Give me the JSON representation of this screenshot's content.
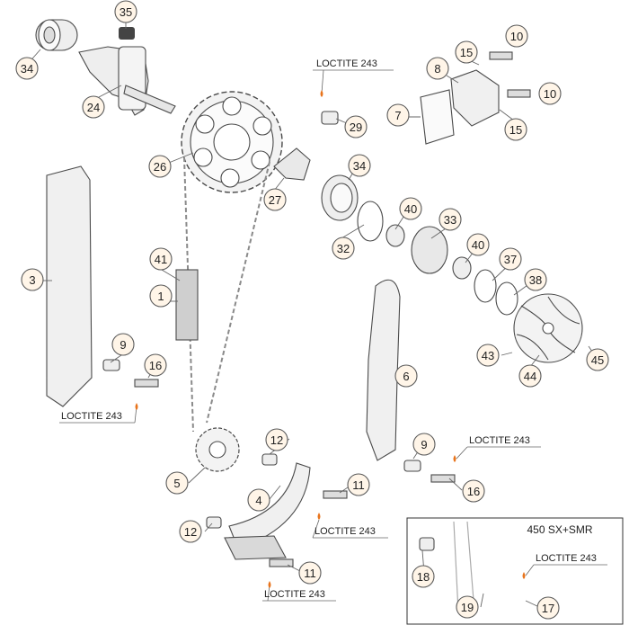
{
  "diagram": {
    "inset_title": "450 SX+SMR",
    "loctite_label": "LOCTITE 243",
    "colors": {
      "accent": "#e8741c",
      "part_fill": "#f0f0f0",
      "line": "#4a4a4a",
      "callout_fill": "#fff5e8"
    },
    "callouts": [
      {
        "id": "c35",
        "label": "35"
      },
      {
        "id": "c34a",
        "label": "34"
      },
      {
        "id": "c24",
        "label": "24"
      },
      {
        "id": "c26",
        "label": "26"
      },
      {
        "id": "c29",
        "label": "29"
      },
      {
        "id": "c27",
        "label": "27"
      },
      {
        "id": "c34b",
        "label": "34"
      },
      {
        "id": "c8",
        "label": "8"
      },
      {
        "id": "c15a",
        "label": "15"
      },
      {
        "id": "c10a",
        "label": "10"
      },
      {
        "id": "c7",
        "label": "7"
      },
      {
        "id": "c10b",
        "label": "10"
      },
      {
        "id": "c15b",
        "label": "15"
      },
      {
        "id": "c40a",
        "label": "40"
      },
      {
        "id": "c33",
        "label": "33"
      },
      {
        "id": "c32",
        "label": "32"
      },
      {
        "id": "c40b",
        "label": "40"
      },
      {
        "id": "c37",
        "label": "37"
      },
      {
        "id": "c38",
        "label": "38"
      },
      {
        "id": "c3",
        "label": "3"
      },
      {
        "id": "c41",
        "label": "41"
      },
      {
        "id": "c1",
        "label": "1"
      },
      {
        "id": "c9a",
        "label": "9"
      },
      {
        "id": "c16a",
        "label": "16"
      },
      {
        "id": "c6",
        "label": "6"
      },
      {
        "id": "c43",
        "label": "43"
      },
      {
        "id": "c44",
        "label": "44"
      },
      {
        "id": "c45",
        "label": "45"
      },
      {
        "id": "c12a",
        "label": "12"
      },
      {
        "id": "c9b",
        "label": "9"
      },
      {
        "id": "c5",
        "label": "5"
      },
      {
        "id": "c4",
        "label": "4"
      },
      {
        "id": "c11a",
        "label": "11"
      },
      {
        "id": "c16b",
        "label": "16"
      },
      {
        "id": "c12b",
        "label": "12"
      },
      {
        "id": "c11b",
        "label": "11"
      },
      {
        "id": "c18",
        "label": "18"
      },
      {
        "id": "c19",
        "label": "19"
      },
      {
        "id": "c17",
        "label": "17"
      }
    ]
  }
}
